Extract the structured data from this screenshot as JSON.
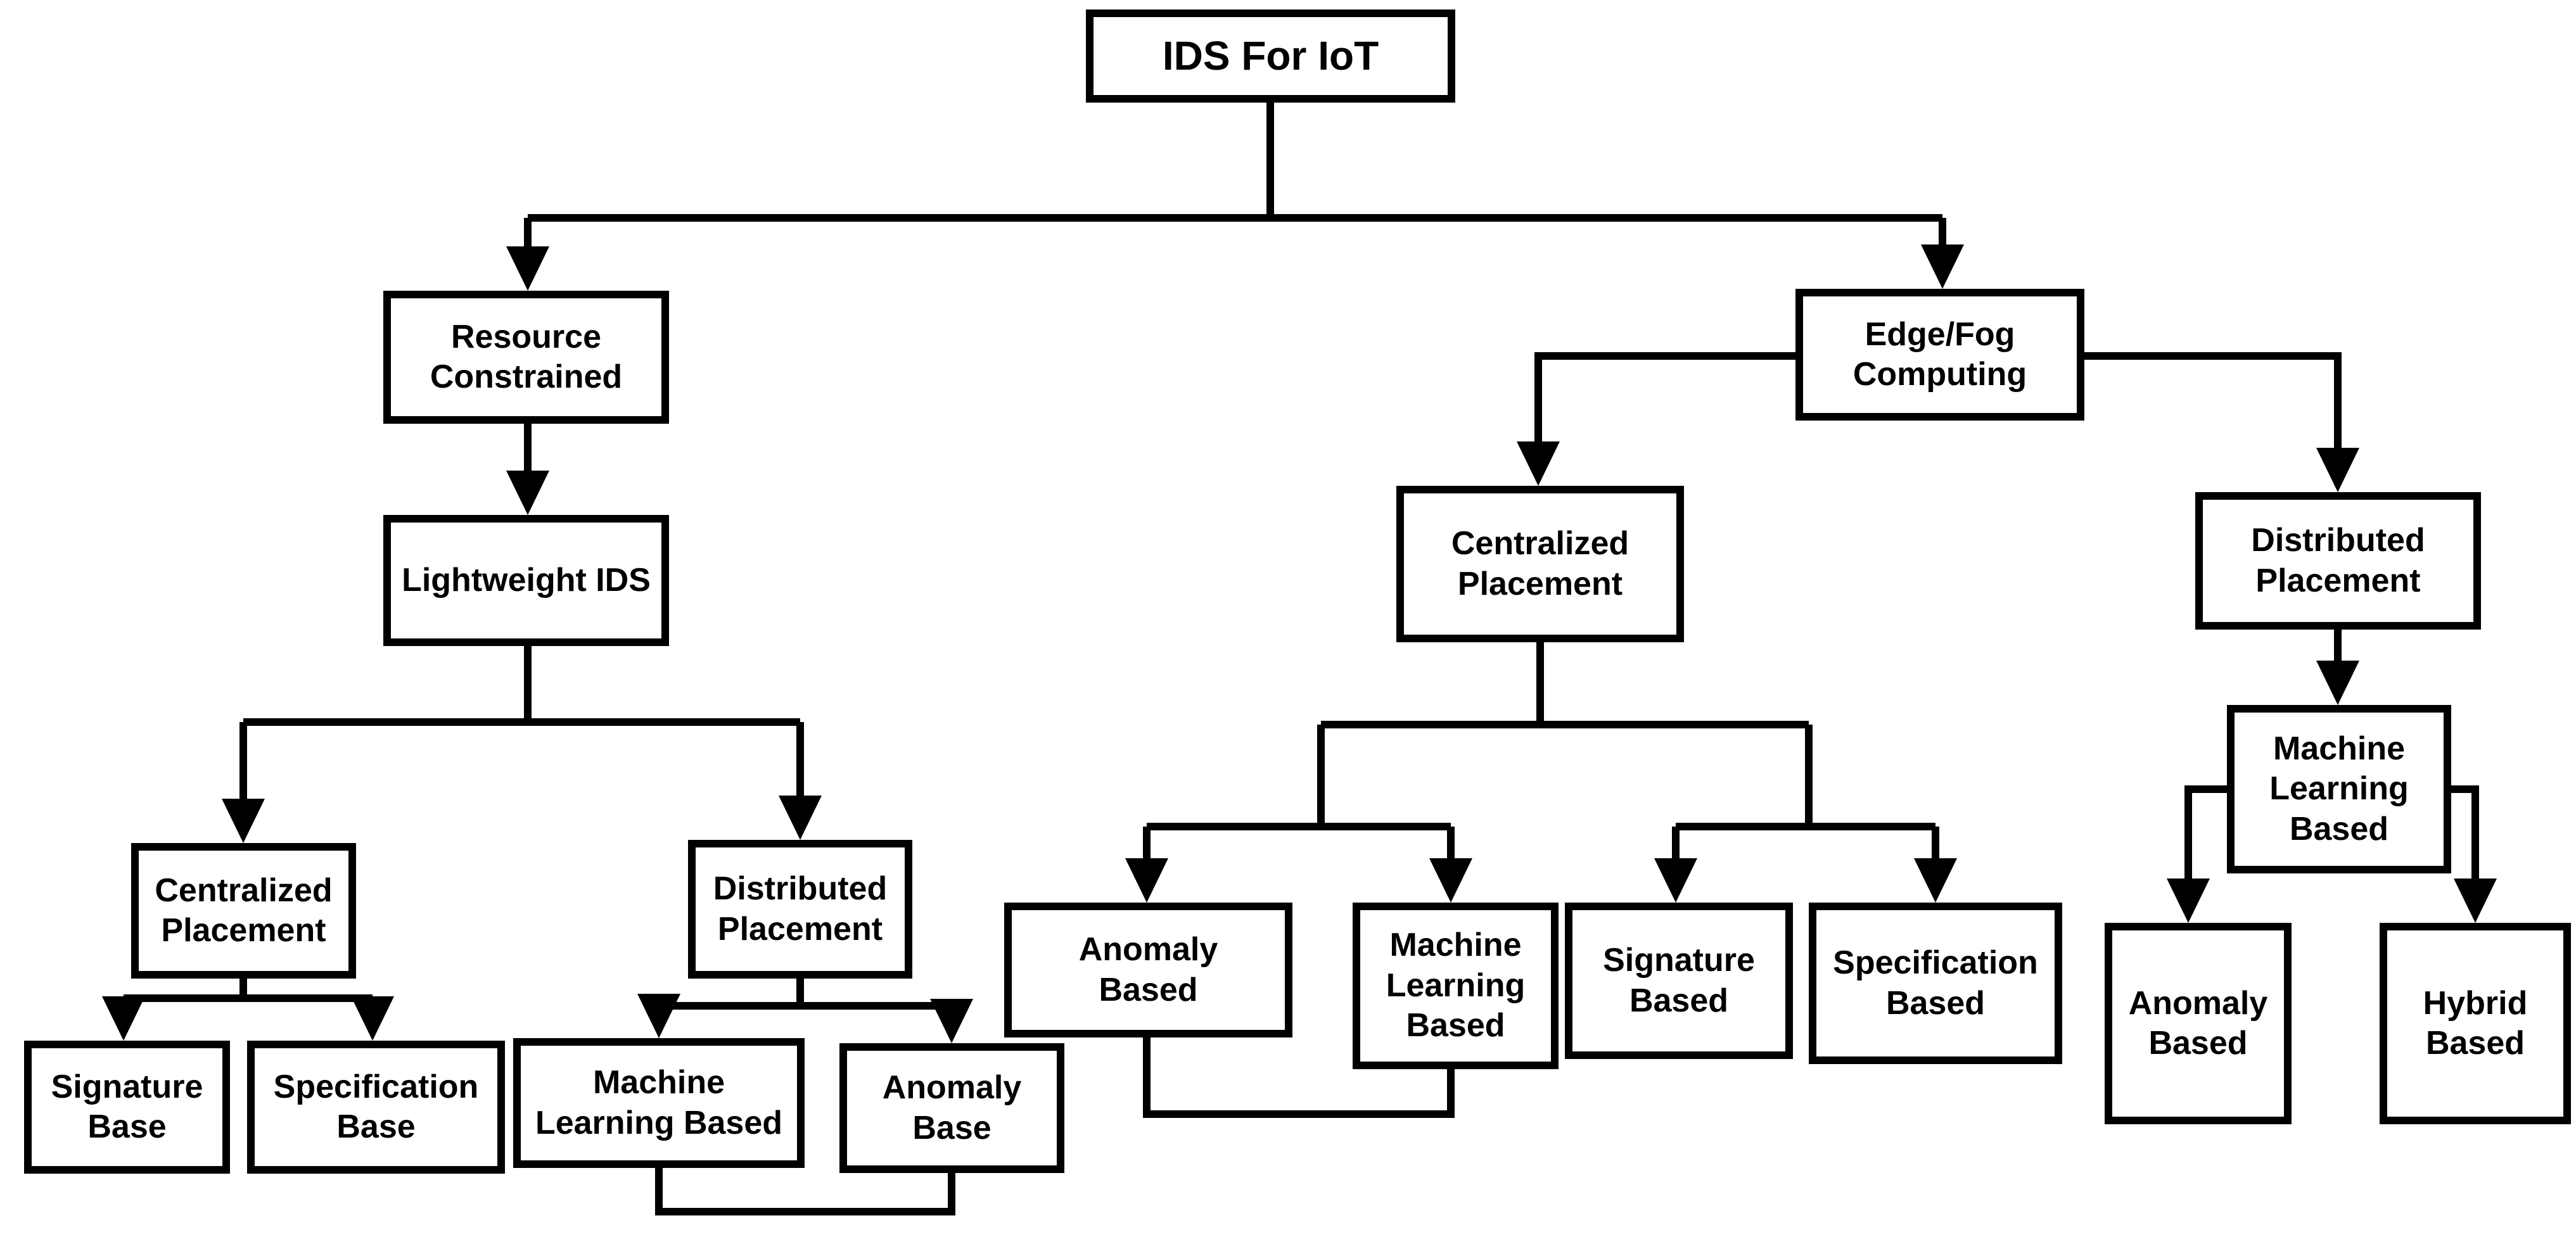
{
  "diagram": {
    "title": "IDS For IoT",
    "type": "taxonomy-flowchart",
    "colors": {
      "line": "#000000",
      "box_border": "#000000",
      "box_background": "#ffffff",
      "text": "#000000",
      "page_background": "#ffffff"
    },
    "nodes": {
      "root": {
        "label": "IDS For IoT"
      },
      "resource_constrained": {
        "label": "Resource Constrained"
      },
      "lightweight_ids": {
        "label": "Lightweight IDS"
      },
      "rc_centralized_placement": {
        "label": "Centralized Placement"
      },
      "rc_distributed_placement": {
        "label": "Distributed Placement"
      },
      "signature_base": {
        "label": "Signature Base"
      },
      "specification_base": {
        "label": "Specification Base"
      },
      "rc_machine_learning_based": {
        "label": "Machine Learning Based"
      },
      "rc_anomaly_base": {
        "label": "Anomaly Base"
      },
      "edge_fog_computing": {
        "label": "Edge/Fog Computing"
      },
      "ef_centralized_placement": {
        "label": "Centralized Placement"
      },
      "ef_anomaly_based": {
        "label": "Anomaly Based"
      },
      "ef_machine_learning_based": {
        "label": "Machine Learning Based"
      },
      "ef_signature_based": {
        "label": "Signature Based"
      },
      "ef_specification_based": {
        "label": "Specification Based"
      },
      "ef_distributed_placement": {
        "label": "Distributed Placement"
      },
      "efd_machine_learning_based": {
        "label": "Machine Learning Based"
      },
      "efd_anomaly_based": {
        "label": "Anomaly Based"
      },
      "efd_hybrid_based": {
        "label": "Hybrid Based"
      }
    },
    "edges": [
      {
        "from": "root",
        "to": "resource_constrained",
        "style": "arrow"
      },
      {
        "from": "root",
        "to": "edge_fog_computing",
        "style": "arrow"
      },
      {
        "from": "resource_constrained",
        "to": "lightweight_ids",
        "style": "arrow"
      },
      {
        "from": "lightweight_ids",
        "to": "rc_centralized_placement",
        "style": "arrow"
      },
      {
        "from": "lightweight_ids",
        "to": "rc_distributed_placement",
        "style": "arrow"
      },
      {
        "from": "rc_centralized_placement",
        "to": "signature_base",
        "style": "arrow"
      },
      {
        "from": "rc_centralized_placement",
        "to": "specification_base",
        "style": "arrow"
      },
      {
        "from": "rc_distributed_placement",
        "to": "rc_machine_learning_based",
        "style": "arrow"
      },
      {
        "from": "rc_distributed_placement",
        "to": "rc_anomaly_base",
        "style": "arrow"
      },
      {
        "from": "rc_machine_learning_based",
        "to": "rc_anomaly_base",
        "style": "bottom-link"
      },
      {
        "from": "edge_fog_computing",
        "to": "ef_centralized_placement",
        "style": "arrow"
      },
      {
        "from": "edge_fog_computing",
        "to": "ef_distributed_placement",
        "style": "arrow"
      },
      {
        "from": "ef_centralized_placement",
        "to": "ef_anomaly_based",
        "style": "arrow"
      },
      {
        "from": "ef_centralized_placement",
        "to": "ef_machine_learning_based",
        "style": "arrow"
      },
      {
        "from": "ef_centralized_placement",
        "to": "ef_signature_based",
        "style": "arrow"
      },
      {
        "from": "ef_centralized_placement",
        "to": "ef_specification_based",
        "style": "arrow"
      },
      {
        "from": "ef_anomaly_based",
        "to": "ef_machine_learning_based",
        "style": "bottom-link"
      },
      {
        "from": "ef_distributed_placement",
        "to": "efd_machine_learning_based",
        "style": "arrow"
      },
      {
        "from": "efd_machine_learning_based",
        "to": "efd_anomaly_based",
        "style": "arrow"
      },
      {
        "from": "efd_machine_learning_based",
        "to": "efd_hybrid_based",
        "style": "arrow"
      }
    ]
  }
}
